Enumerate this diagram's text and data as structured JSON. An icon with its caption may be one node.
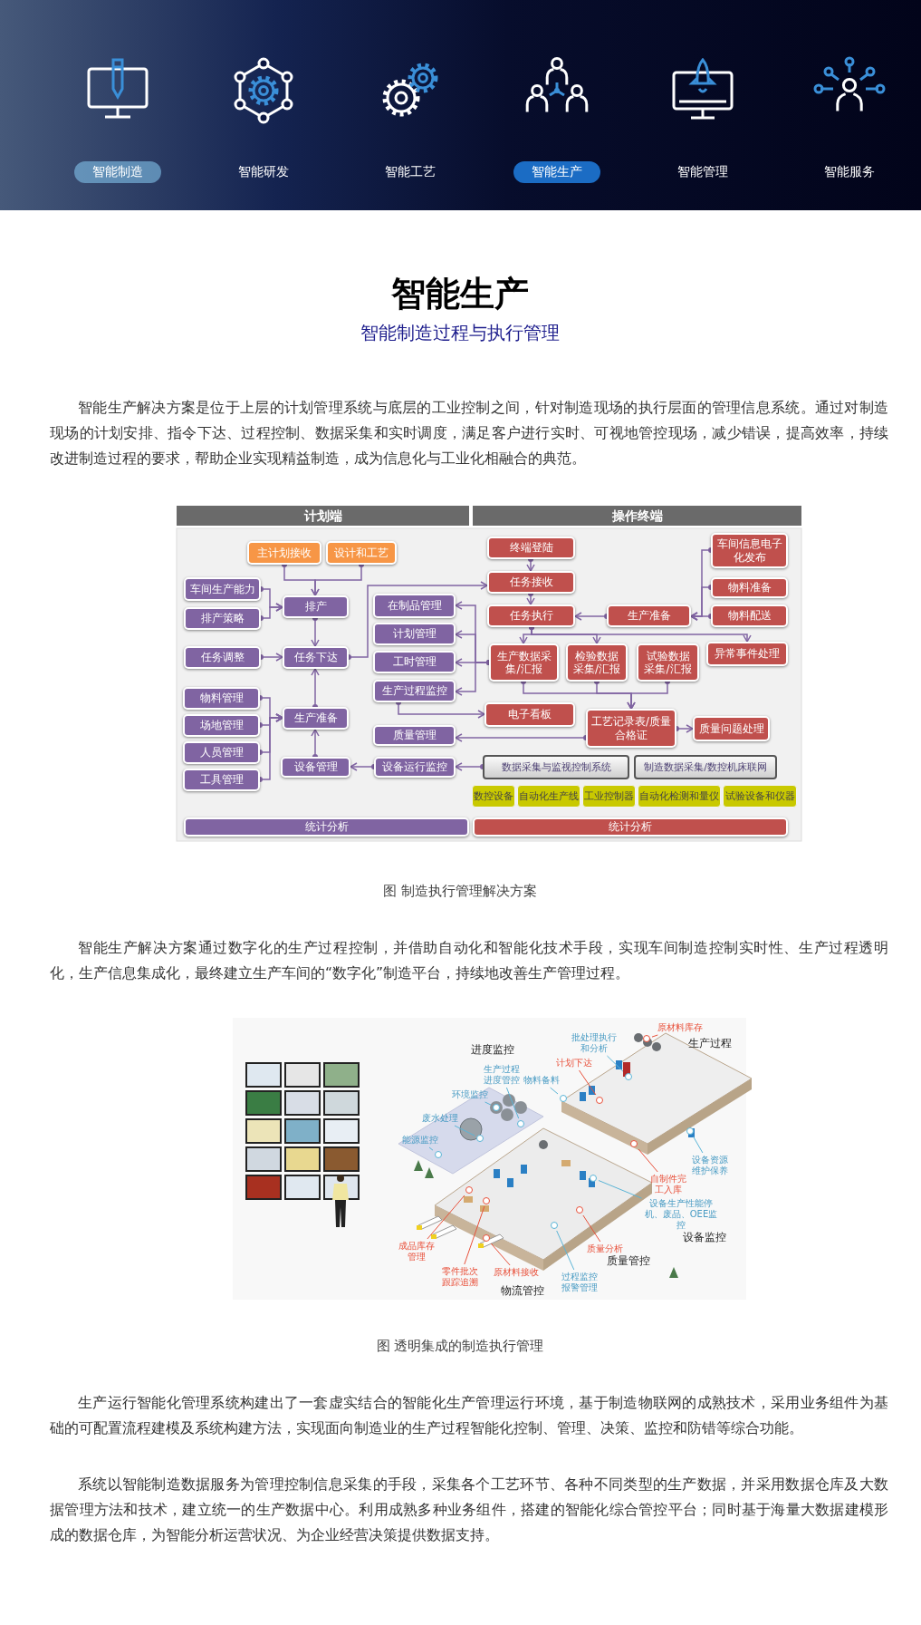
{
  "diagram": {
    "title": "智能生产",
    "nodes": [
      {
        "text": [
          "计划端"
        ]
      },
      {
        "text": [
          "操作终端"
        ]
      },
      {
        "text": [
          "主计划接收"
        ]
      },
      {
        "text": [
          "设计和工艺"
        ]
      },
      {
        "text": [
          "车间生产能力"
        ]
      },
      {
        "text": [
          "排产策略"
        ]
      },
      {
        "text": [
          "排产"
        ]
      },
      {
        "text": [
          "任务调整"
        ]
      },
      {
        "text": [
          "任务下达"
        ]
      },
      {
        "text": [
          "物料管理"
        ]
      },
      {
        "text": [
          "场地管理"
        ]
      },
      {
        "text": [
          "人员管理"
        ]
      },
      {
        "text": [
          "工具管理"
        ]
      },
      {
        "text": [
          "生产准备"
        ]
      },
      {
        "text": [
          "设备管理"
        ]
      },
      {
        "text": [
          "在制品管理"
        ]
      },
      {
        "text": [
          "计划管理"
        ]
      },
      {
        "text": [
          "工时管理"
        ]
      },
      {
        "text": [
          "生产过程监控"
        ]
      },
      {
        "text": [
          "质量管理"
        ]
      },
      {
        "text": [
          "设备运行监控"
        ]
      },
      {
        "text": [
          "终端登陆"
        ]
      },
      {
        "text": [
          "任务接收"
        ]
      },
      {
        "text": [
          "任务执行"
        ]
      },
      {
        "text": [
          "生产准备"
        ]
      },
      {
        "text": [
          "车间信息电子化发布"
        ]
      },
      {
        "text": [
          "物料准备"
        ]
      },
      {
        "text": [
          "物料配送"
        ]
      },
      {
        "text": [
          "生产数据采集/汇报"
        ]
      },
      {
        "text": [
          "检验数据采集/汇报"
        ]
      },
      {
        "text": [
          "试验数据采集/汇报"
        ]
      },
      {
        "text": [
          "异常事件处理"
        ]
      },
      {
        "text": [
          "电子看板"
        ]
      },
      {
        "text": [
          "工艺记录表/质量合格证"
        ]
      },
      {
        "text": [
          "质量问题处理"
        ]
      },
      {
        "text": [
          "数据采集与监视控制系统"
        ]
      },
      {
        "text": [
          "制造数据采集/数控机床联网"
        ]
      },
      {
        "text": [
          "数控设备"
        ]
      },
      {
        "text": [
          "自动化生产线"
        ]
      },
      {
        "text": [
          "工业控制器"
        ]
      },
      {
        "text": [
          "自动化检测和量仪"
        ]
      },
      {
        "text": [
          "试验设备和仪器"
        ]
      },
      {
        "text": [
          "统计分析"
        ]
      },
      {
        "text": [
          "统计分析"
        ]
      },
      {
        "text": [
          "原材料库存"
        ]
      },
      {
        "text": [
          "批处理执行和分析"
        ]
      },
      {
        "text": [
          "计划下达"
        ]
      },
      {
        "text": [
          "生产过程进度管控"
        ]
      },
      {
        "text": [
          "物料备料"
        ]
      },
      {
        "text": [
          "环境监控"
        ]
      },
      {
        "text": [
          "废水处理"
        ]
      },
      {
        "text": [
          "能源监控"
        ]
      },
      {
        "text": [
          "设备资源维护保养"
        ]
      },
      {
        "text": [
          "自制件完工入库"
        ]
      },
      {
        "text": [
          "设备生产性能停机、废品、OEE监控"
        ]
      },
      {
        "text": [
          "质量分析"
        ]
      },
      {
        "text": [
          "成品库存管理"
        ]
      },
      {
        "text": [
          "零件批次跟踪追溯"
        ]
      },
      {
        "text": [
          "原材料接收"
        ]
      },
      {
        "text": [
          "过程监控报警管理"
        ]
      },
      {
        "text": [],
        "shape": "circle"
      },
      {
        "text": [],
        "shape": "circle"
      },
      {
        "text": [],
        "shape": "circle"
      },
      {
        "text": [],
        "shape": "circle"
      },
      {
        "text": [],
        "shape": "circle"
      },
      {
        "text": [],
        "shape": "circle"
      },
      {
        "text": [],
        "shape": "circle"
      },
      {
        "text": [],
        "shape": "circle"
      },
      {
        "text": [],
        "shape": "circle"
      },
      {
        "text": [],
        "shape": "circle"
      },
      {
        "text": [],
        "shape": "circle"
      },
      {
        "text": [],
        "shape": "circle"
      },
      {
        "text": [],
        "shape": "circle"
      },
      {
        "text": [],
        "shape": "circle"
      },
      {
        "text": [],
        "shape": "circle"
      },
      {
        "text": [],
        "shape": "circle"
      }
    ],
    "edges": [
      {
        "from": 2,
        "to": 6,
        "arrow": "to"
      },
      {
        "from": 3,
        "to": 6,
        "arrow": "to"
      },
      {
        "from": 4,
        "to": 6,
        "arrow": "to"
      },
      {
        "from": 5,
        "to": 6,
        "arrow": "to"
      },
      {
        "from": 6,
        "to": 8,
        "arrow": "to"
      },
      {
        "from": 7,
        "to": 8,
        "arrow": "to"
      },
      {
        "from": 13,
        "to": 8,
        "arrow": "to"
      },
      {
        "from": 9,
        "to": 13,
        "arrow": "to"
      },
      {
        "from": 10,
        "to": 13,
        "arrow": "to"
      },
      {
        "from": 11,
        "to": 13,
        "arrow": "to"
      },
      {
        "from": 12,
        "to": 13,
        "arrow": "to"
      },
      {
        "from": 14,
        "to": 13,
        "arrow": "to"
      },
      {
        "from": 8,
        "to": 22,
        "arrow": "to"
      },
      {
        "from": 28,
        "to": 15,
        "arrow": "to"
      },
      {
        "from": 28,
        "to": 16,
        "arrow": "to"
      },
      {
        "from": 28,
        "to": 17,
        "arrow": "to"
      },
      {
        "from": 28,
        "to": 18,
        "arrow": "to"
      },
      {
        "from": 18,
        "to": 32,
        "arrow": "to"
      },
      {
        "from": 33,
        "to": 19,
        "arrow": "to"
      },
      {
        "from": 35,
        "to": 20,
        "arrow": "to"
      },
      {
        "from": 20,
        "to": 14,
        "arrow": "to"
      },
      {
        "from": 21,
        "to": 22,
        "arrow": "to"
      },
      {
        "from": 22,
        "to": 23,
        "arrow": "to"
      },
      {
        "from": 24,
        "to": 23,
        "arrow": "to"
      },
      {
        "from": 25,
        "to": 24,
        "arrow": "to"
      },
      {
        "from": 26,
        "to": 24,
        "arrow": "to"
      },
      {
        "from": 27,
        "to": 24,
        "arrow": "to"
      },
      {
        "from": 23,
        "to": 28,
        "arrow": "to"
      },
      {
        "from": 23,
        "to": 29,
        "arrow": "to"
      },
      {
        "from": 23,
        "to": 31,
        "arrow": "to"
      },
      {
        "from": 28,
        "to": 33,
        "arrow": "to"
      },
      {
        "from": 29,
        "to": 33,
        "arrow": "to"
      },
      {
        "from": 30,
        "to": 33,
        "arrow": "to"
      },
      {
        "from": 33,
        "to": 34,
        "arrow": "to"
      },
      {
        "from": 44,
        "to": 74,
        "arrow": "none",
        "color": "#e8503a"
      },
      {
        "from": 45,
        "to": 72,
        "arrow": "none",
        "color": "#5ab4d6"
      },
      {
        "from": 46,
        "to": 71,
        "arrow": "none",
        "color": "#e8503a"
      },
      {
        "from": 47,
        "to": 66,
        "arrow": "none",
        "color": "#5ab4d6"
      },
      {
        "from": 48,
        "to": 68,
        "arrow": "none",
        "color": "#5ab4d6"
      },
      {
        "from": 49,
        "to": 65,
        "arrow": "none",
        "color": "#5ab4d6"
      },
      {
        "from": 50,
        "to": 61,
        "arrow": "none",
        "color": "#5ab4d6"
      },
      {
        "from": 51,
        "to": 60,
        "arrow": "none",
        "color": "#5ab4d6"
      },
      {
        "from": 52,
        "to": 75,
        "arrow": "none",
        "color": "#5ab4d6"
      },
      {
        "from": 53,
        "to": 73,
        "arrow": "none",
        "color": "#e8503a"
      },
      {
        "from": 54,
        "to": 70,
        "arrow": "none",
        "color": "#5ab4d6"
      },
      {
        "from": 55,
        "to": 69,
        "arrow": "none",
        "color": "#e8503a"
      },
      {
        "from": 56,
        "to": 62,
        "arrow": "none",
        "color": "#e8503a"
      },
      {
        "from": 57,
        "to": 63,
        "arrow": "none",
        "color": "#e8503a"
      },
      {
        "from": 58,
        "to": 64,
        "arrow": "none",
        "color": "#e8503a"
      },
      {
        "from": 59,
        "to": 67,
        "arrow": "none",
        "color": "#5ab4d6"
      }
    ],
    "labels": [
      "智能制造",
      "智能研发",
      "智能工艺",
      "智能生产",
      "智能管理",
      "智能服务",
      "智能制造过程与执行管理",
      "智能生产解决方案是位于上层的计划管理系统与底层的工业控制之间，针对制造现场的执行层面的管理信息系统。通过对制造现场的计划安排、指令下达、过程控制、数据采集和实时调度，满足客户进行实时、可视地管控现场，减少错误，提高效率，持续改进制造过程的要求，帮助企业实现精益制造，成为信息化与工业化相融合的典范。",
      "图 制造执行管理解决方案",
      "智能生产解决方案通过数字化的生产过程控制，并借助自动化和智能化技术手段，实现车间制造控制实时性、生产过程透明化，生产信息集成化，最终建立生产车间的“数字化”制造平台，持续地改善生产管理过程。",
      "生产过程",
      "进度监控",
      "设备监控",
      "质量管控",
      "物流管控",
      "图 透明集成的制造执行管理",
      "生产运行智能化管理系统构建出了一套虚实结合的智能化生产管理运行环境，基于制造物联网的成熟技术，采用业务组件为基础的可配置流程建模及系统构建方法，实现面向制造业的生产过程智能化控制、管理、决策、监控和防错等综合功能。",
      "系统以智能制造数据服务为管理控制信息采集的手段，采集各个工艺环节、各种不同类型的生产数据，并采用数据仓库及大数据管理方法和技术，建立统一的生产数据中心。利用成熟多种业务组件，搭建的智能化综合管控平台；同时基于海量大数据建模形成的数据仓库，为智能分析运营状况、为企业经营决策提供数据支持。"
    ]
  }
}
